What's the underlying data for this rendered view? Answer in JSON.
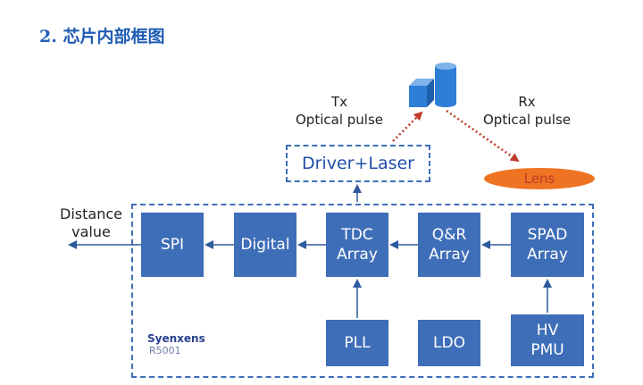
{
  "heading": "2. 芯片内部框图",
  "tx_label": [
    "Tx",
    "Optical pulse"
  ],
  "rx_label": [
    "Rx",
    "Optical pulse"
  ],
  "driver_label": "Driver+Laser",
  "lens_label": "Lens",
  "output_label": [
    "Distance",
    "value"
  ],
  "blocks": {
    "spi": "SPI",
    "digital": "Digital",
    "tdc": [
      "TDC",
      "Array"
    ],
    "qr": [
      "Q&R",
      "Array"
    ],
    "spad": [
      "SPAD",
      "Array"
    ],
    "pll": "PLL",
    "ldo": "LDO",
    "hv": [
      "HV",
      "PMU"
    ]
  },
  "brand": {
    "name": "Syenxens",
    "model": "R5001"
  },
  "colors": {
    "block": "#3f6eb8",
    "heading": "#1f5db4",
    "lens": "#ee7322",
    "arrow_red": "#c0392b"
  }
}
